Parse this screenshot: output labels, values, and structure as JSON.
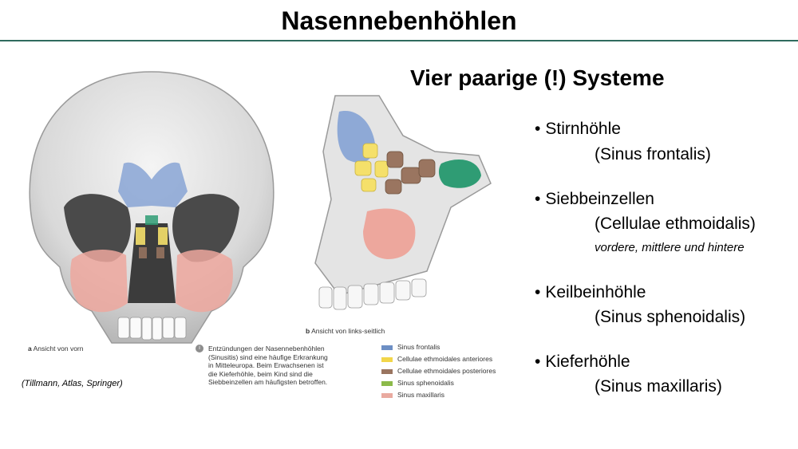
{
  "slide": {
    "title": "Nasennebenhöhlen",
    "subtitle": "Vier paarige (!) Systeme",
    "credit": "(Tillmann, Atlas, Springer)"
  },
  "bullets": [
    {
      "marker": "•",
      "name": "Stirnhöhle",
      "latin": "(Sinus frontalis)",
      "note": ""
    },
    {
      "marker": "•",
      "name": "Siebbeinzellen",
      "latin": "(Cellulae ethmoidalis)",
      "note": "vordere, mittlere und hintere"
    },
    {
      "marker": "•",
      "name": "Keilbeinhöhle",
      "latin": "(Sinus sphenoidalis)",
      "note": ""
    },
    {
      "marker": "•",
      "name": "Kieferhöhle",
      "latin": "(Sinus maxillaris)",
      "note": ""
    }
  ],
  "figure": {
    "caption_a_letter": "a",
    "caption_a": "Ansicht von vorn",
    "caption_b_letter": "b",
    "caption_b": "Ansicht von links-seitlich",
    "info_icon": "info-icon",
    "info_text": "Entzündungen der Nasenneben­höhlen (Sinusitis) sind eine häufige Erkrankung in Mitteleuropa. Beim Erwachsenen ist die Kieferhöhle, beim Kind sind die Siebbeinzellen am häufigsten betroffen."
  },
  "legend": [
    {
      "label": "Sinus frontalis",
      "color": "#6d8fc4"
    },
    {
      "label": "Cellulae ethmoidales anteriores",
      "color": "#f2d64a"
    },
    {
      "label": "Cellulae ethmoidales posteriores",
      "color": "#9a7560"
    },
    {
      "label": "Sinus sphenoidalis",
      "color": "#8cba4a"
    },
    {
      "label": "Sinus maxillaris",
      "color": "#e9aaa0"
    }
  ],
  "colors": {
    "rule": "#2f6b5e",
    "frontal": "#8ea9d6",
    "ethmoid_ant": "#f5e06a",
    "ethmoid_post": "#9a7560",
    "sphenoid": "#2f9c74",
    "maxillary": "#eda79d"
  }
}
